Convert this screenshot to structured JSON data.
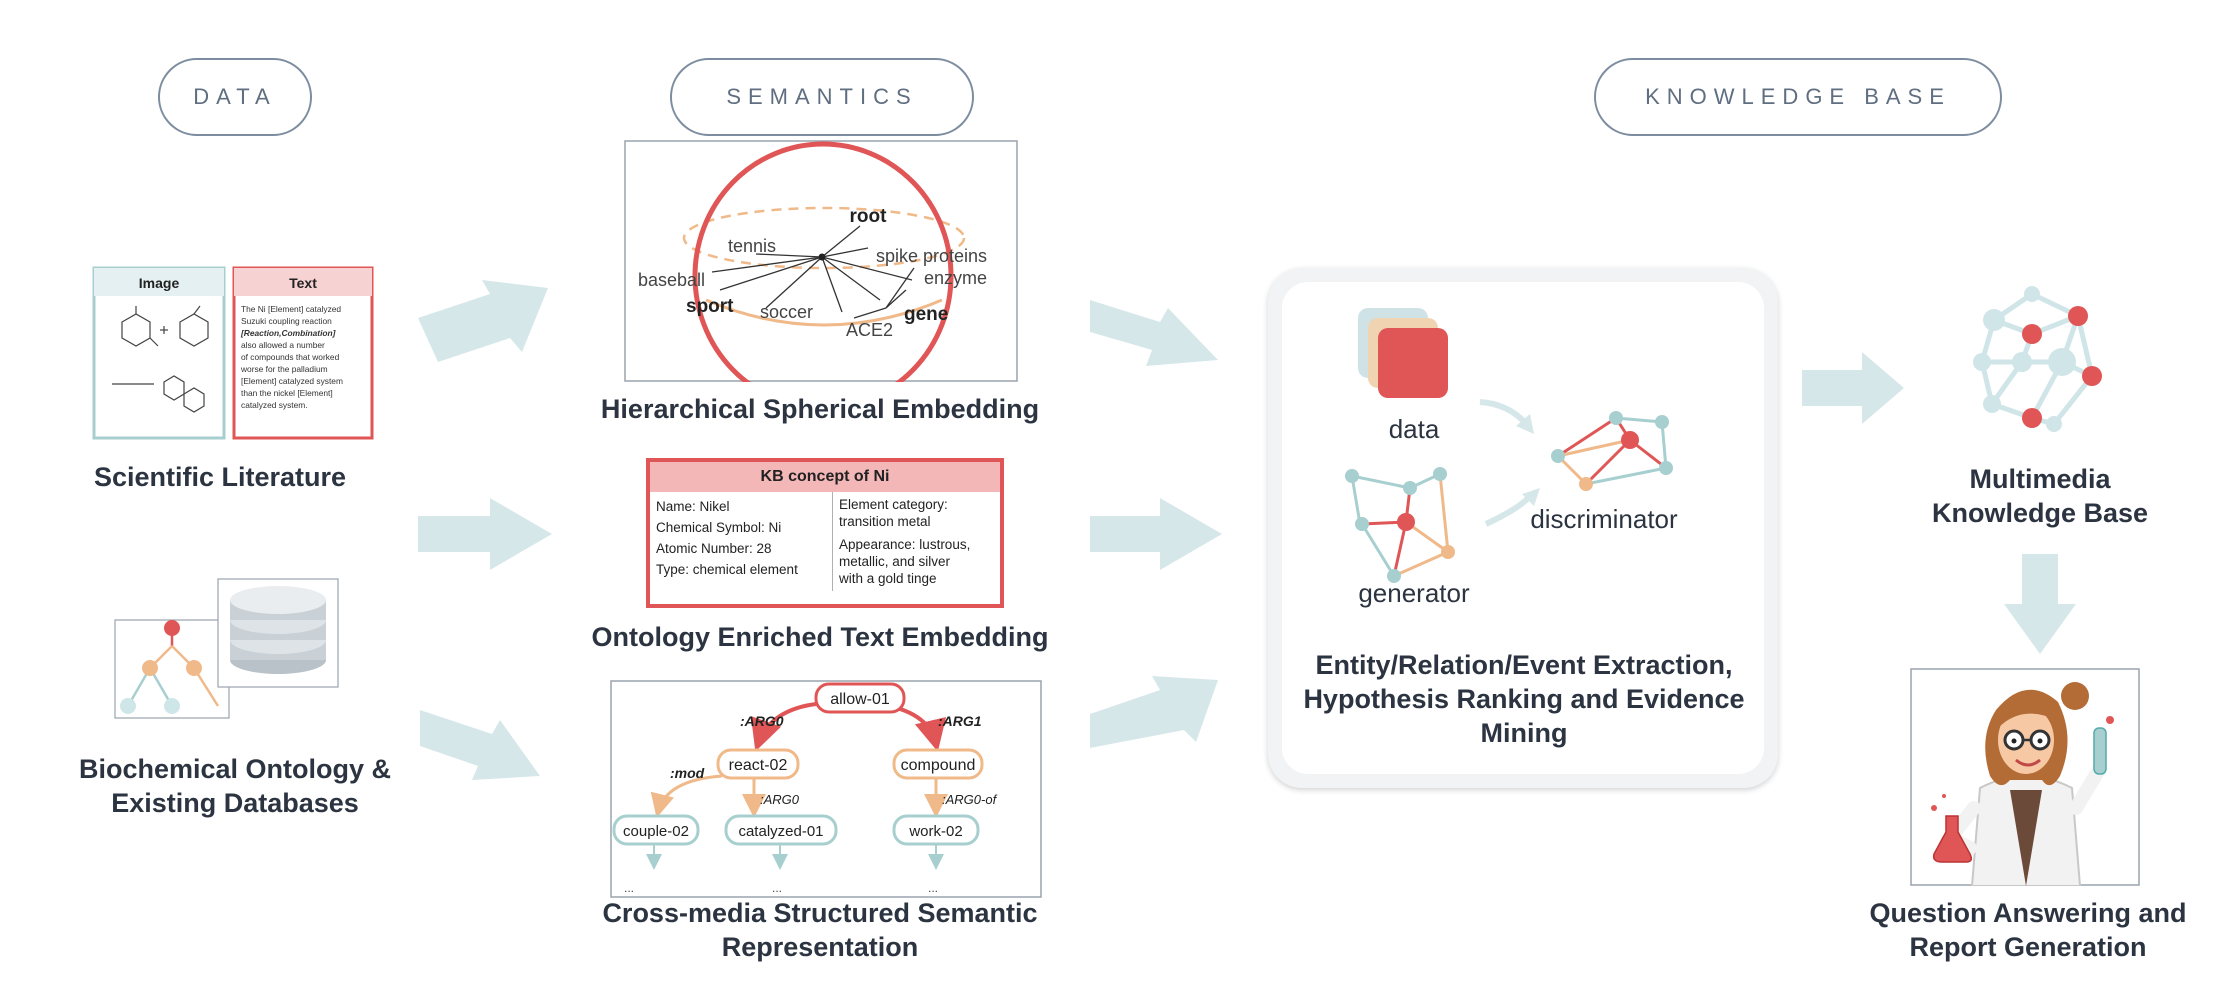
{
  "headers": {
    "data": "DATA",
    "semantics": "SEMANTICS",
    "knowledge_base": "KNOWLEDGE BASE"
  },
  "literature_card": {
    "image_title": "Image",
    "text_title": "Text",
    "text_body": [
      "The Ni [Element] catalyzed",
      "Suzuki coupling reaction",
      "[Reaction,Combination]",
      "also allowed a number",
      "of compounds that worked",
      "worse for the palladium",
      "[Element] catalyzed system",
      "than the nickel [Element]",
      "catalyzed system."
    ]
  },
  "labels": {
    "scientific_literature": "Scientific Literature",
    "biochemical_line1": "Biochemical Ontology &",
    "biochemical_line2": "Existing Databases",
    "hierarchical": "Hierarchical Spherical Embedding",
    "ontology": "Ontology  Enriched Text Embedding",
    "crossmedia_line1": "Cross-media Structured Semantic",
    "crossmedia_line2": "Representation",
    "extraction_line1": "Entity/Relation/Event  Extraction,",
    "extraction_line2": "Hypothesis Ranking and Evidence",
    "extraction_line3": "Mining",
    "multimedia_line1": "Multimedia",
    "multimedia_line2": "Knowledge Base",
    "qa_line1": "Question Answering and",
    "qa_line2": "Report Generation"
  },
  "sphere_words": {
    "root": "root",
    "tennis": "tennis",
    "spike": "spike proteins",
    "enzyme": "enzyme",
    "baseball": "baseball",
    "sport": "sport",
    "soccer": "soccer",
    "ace2": "ACE2",
    "gene": "gene"
  },
  "kb_concept": {
    "title": "KB concept of Ni",
    "left": [
      "Name: Nikel",
      "Chemical Symbol: Ni",
      "Atomic Number: 28",
      "Type: chemical element"
    ],
    "right": [
      "Element category:",
      "transition metal",
      "Appearance: lustrous,",
      "metallic, and silver",
      "with a gold tinge"
    ]
  },
  "amr": {
    "root": "allow-01",
    "arg0": ":ARG0",
    "arg1": ":ARG1",
    "react": "react-02",
    "compound": "compound",
    "mod": ":mod",
    "arg0_react": ":ARG0",
    "arg0of": ":ARG0-of",
    "couple": "couple-02",
    "catalyzed": "catalyzed-01",
    "work": "work-02",
    "ellipsis1": "...",
    "ellipsis2": "...",
    "ellipsis3": "..."
  },
  "gan": {
    "data": "data",
    "generator": "generator",
    "discriminator": "discriminator"
  },
  "colors": {
    "red": "#e05656",
    "orange": "#f0b989",
    "teal": "#a7cfcf",
    "arrow": "#d6e7ea",
    "text": "#2b3440"
  }
}
